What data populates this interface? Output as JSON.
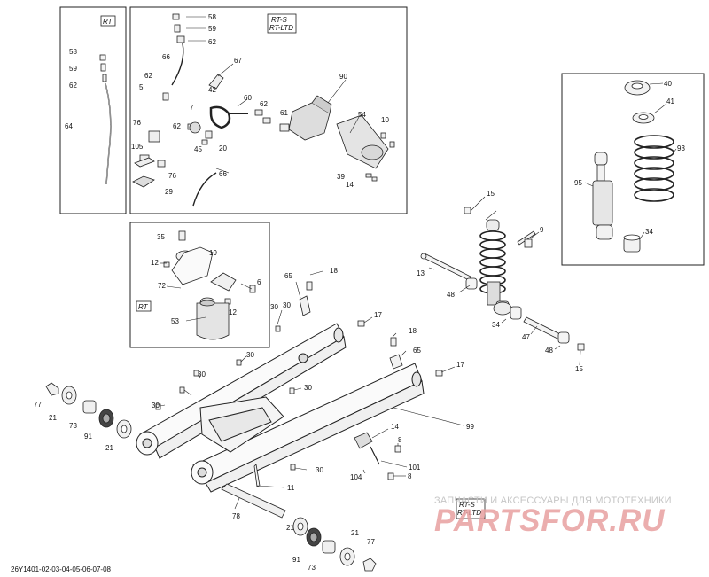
{
  "diagram_code": "26Y1401-02-03-04-05-06-07-08",
  "watermark": {
    "line1": "ЗАПЧАСТИ И АКСЕССУАРЫ ДЛЯ МОТОТЕХНИКИ",
    "logo": "PARTSFOR.RU"
  },
  "box_tags": {
    "rt_top": "RT",
    "rts_ltd_top_1": "RT-S",
    "rts_ltd_top_2": "RT-LTD",
    "rt_mid": "RT",
    "rts_ltd_bottom_1": "RT-S",
    "rts_ltd_bottom_2": "RT-LTD"
  },
  "callouts": [
    "58",
    "59",
    "62",
    "64",
    "58",
    "59",
    "62",
    "66",
    "67",
    "62",
    "5",
    "42",
    "60",
    "62",
    "61",
    "90",
    "54",
    "10",
    "7",
    "76",
    "62",
    "105",
    "76",
    "29",
    "45",
    "20",
    "66",
    "39",
    "14",
    "40",
    "41",
    "93",
    "95",
    "34",
    "35",
    "19",
    "12",
    "72",
    "6",
    "12",
    "53",
    "15",
    "9",
    "13",
    "48",
    "18",
    "65",
    "30",
    "17",
    "34",
    "47",
    "48",
    "15",
    "30",
    "18",
    "65",
    "17",
    "30",
    "30",
    "30",
    "30",
    "99",
    "14",
    "8",
    "77",
    "21",
    "73",
    "91",
    "21",
    "30",
    "11",
    "101",
    "104",
    "8",
    "78",
    "21",
    "91",
    "73",
    "21",
    "77"
  ]
}
